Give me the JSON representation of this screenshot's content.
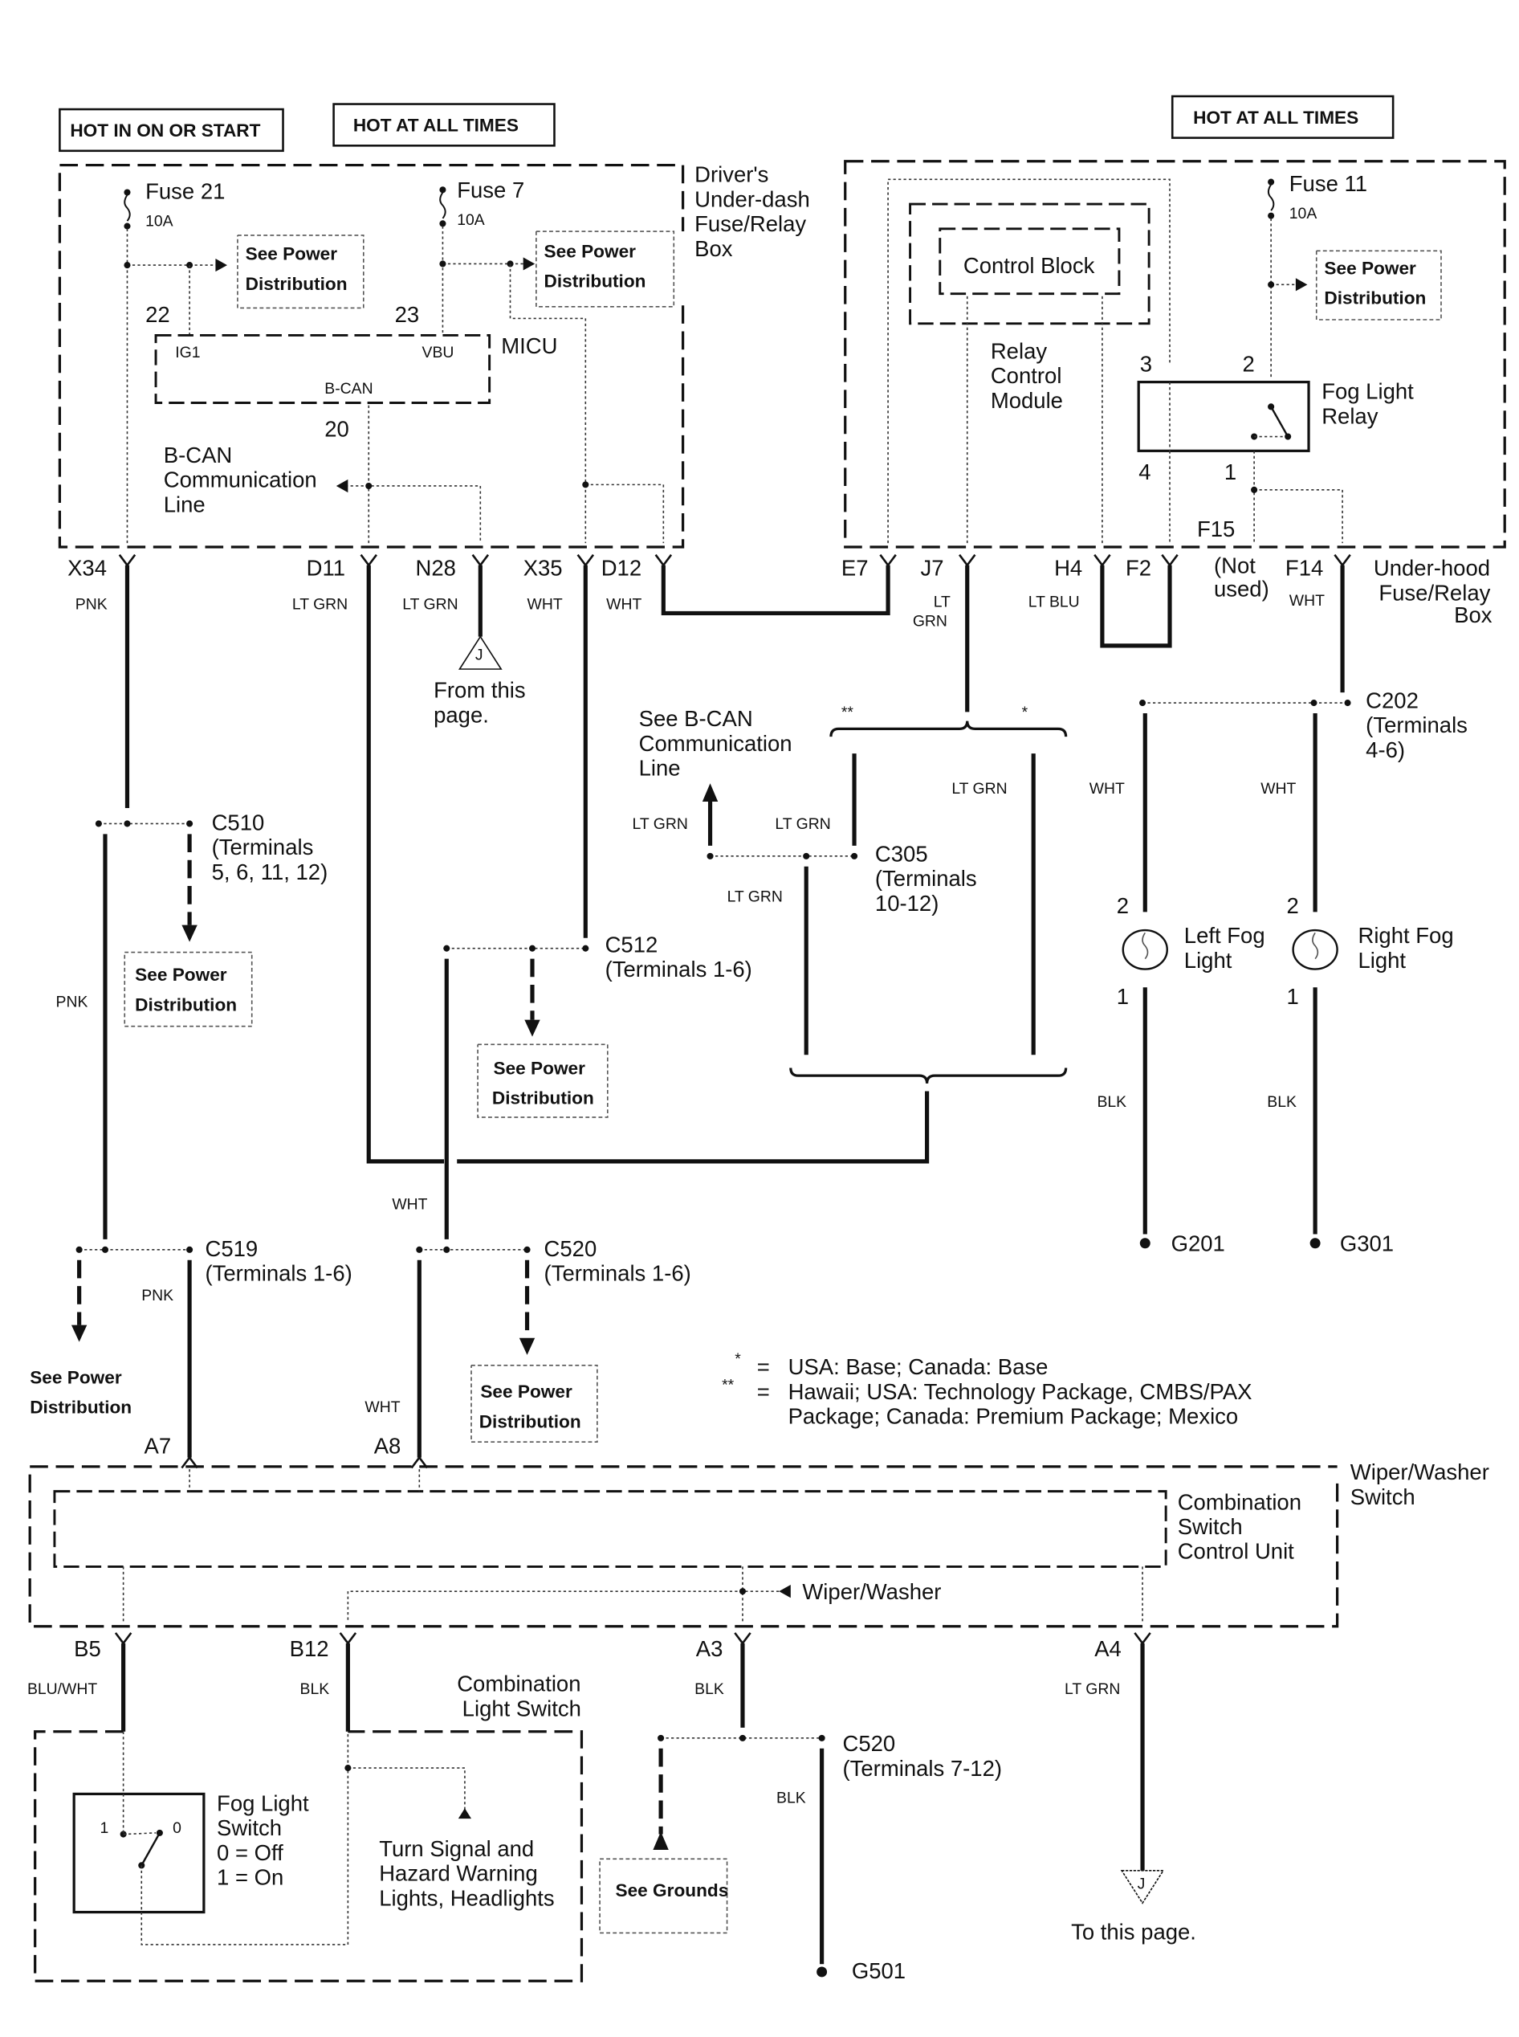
{
  "power_labels": {
    "hot_in_on_or_start": "HOT IN ON OR START",
    "hot_at_all_times_1": "HOT AT ALL TIMES",
    "hot_at_all_times_2": "HOT AT ALL TIMES"
  },
  "underdash_box": {
    "title_lines": [
      "Driver's",
      "Under-dash",
      "Fuse/Relay",
      "Box"
    ],
    "fuse21": {
      "name": "Fuse 21",
      "rating": "10A",
      "terminal": "22"
    },
    "fuse7": {
      "name": "Fuse 7",
      "rating": "10A",
      "terminal": "23"
    },
    "see_power_1": [
      "See Power",
      "Distribution"
    ],
    "see_power_2": [
      "See Power",
      "Distribution"
    ],
    "micu": {
      "label": "MICU",
      "pin_ig1": "IG1",
      "pin_vbu": "VBU",
      "pin_bcan": "B-CAN",
      "terminal": "20"
    },
    "bcan_line": [
      "B-CAN",
      "Communication",
      "Line"
    ]
  },
  "underdash_terminals": [
    {
      "id": "X34",
      "wire": "PNK"
    },
    {
      "id": "D11",
      "wire": "LT GRN"
    },
    {
      "id": "N28",
      "wire": "LT GRN"
    },
    {
      "id": "X35",
      "wire": "WHT"
    },
    {
      "id": "D12",
      "wire": "WHT"
    }
  ],
  "underhood_box": {
    "title_lines": [
      "Under-hood",
      "Fuse/Relay",
      "Box"
    ],
    "control_block": "Control Block",
    "relay_control_module": [
      "Relay",
      "Control",
      "Module"
    ],
    "fuse11": {
      "name": "Fuse 11",
      "rating": "10A"
    },
    "see_power": [
      "See Power",
      "Distribution"
    ],
    "fog_relay": {
      "label": [
        "Fog Light",
        "Relay"
      ],
      "pins": [
        "3",
        "2",
        "4",
        "1"
      ]
    },
    "f15": "F15",
    "not_used": [
      "(Not",
      "used)"
    ]
  },
  "underhood_terminals": [
    {
      "id": "E7",
      "wire": ""
    },
    {
      "id": "J7",
      "wire": "LT GRN"
    },
    {
      "id": "H4",
      "wire": "LT BLU"
    },
    {
      "id": "F2",
      "wire": ""
    },
    {
      "id": "F14",
      "wire": "WHT"
    }
  ],
  "off_page": {
    "from_label": [
      "From this",
      "page."
    ],
    "to_label": "To this page.",
    "letter": "J"
  },
  "connectors": {
    "c510": [
      "C510",
      "(Terminals",
      "5, 6, 11, 12)"
    ],
    "c512": [
      "C512",
      "(Terminals 1-6)"
    ],
    "c305": [
      "C305",
      "(Terminals",
      "10-12)"
    ],
    "c202": [
      "C202",
      "(Terminals",
      "4-6)"
    ],
    "c519": [
      "C519",
      "(Terminals 1-6)"
    ],
    "c520a": [
      "C520",
      "(Terminals 1-6)"
    ],
    "c520b": [
      "C520",
      "(Terminals 7-12)"
    ]
  },
  "see_bcan": [
    "See B-CAN",
    "Communication",
    "Line"
  ],
  "wire_colors": {
    "pnk": "PNK",
    "wht": "WHT",
    "lt_grn": "LT GRN",
    "lt_grn_split": [
      "LT",
      "GRN"
    ],
    "blk": "BLK",
    "blu_wht": "BLU/WHT"
  },
  "variant_marks": {
    "single": "*",
    "double": "**"
  },
  "legend": {
    "single_mark": "*",
    "double_mark": "**",
    "eq": "=",
    "single_text": "USA: Base; Canada: Base",
    "double_text_1": "Hawaii; USA: Technology Package, CMBS/PAX",
    "double_text_2": "Package; Canada: Premium Package; Mexico"
  },
  "fog_lights": {
    "left": {
      "label": [
        "Left Fog",
        "Light"
      ],
      "pin_top": "2",
      "pin_bottom": "1",
      "ground": "G201"
    },
    "right": {
      "label": [
        "Right Fog",
        "Light"
      ],
      "pin_top": "2",
      "pin_bottom": "1",
      "ground": "G301"
    }
  },
  "wiper_switch": {
    "title": [
      "Wiper/Washer",
      "Switch"
    ],
    "control_unit": [
      "Combination",
      "Switch",
      "Control Unit"
    ],
    "wiper_washer": "Wiper/Washer",
    "terminals_top": [
      "A7",
      "A8"
    ],
    "terminals_bottom": [
      "B5",
      "B12",
      "A3",
      "A4"
    ]
  },
  "light_switch": {
    "title": [
      "Combination",
      "Light Switch"
    ],
    "fog_switch": [
      "Fog Light",
      "Switch",
      "0 = Off",
      "1 = On"
    ],
    "pos_1": "1",
    "pos_0": "0",
    "turn_signal": [
      "Turn Signal and",
      "Hazard Warning",
      "Lights, Headlights"
    ]
  },
  "see_grounds": "See Grounds",
  "ground_g501": "G501"
}
